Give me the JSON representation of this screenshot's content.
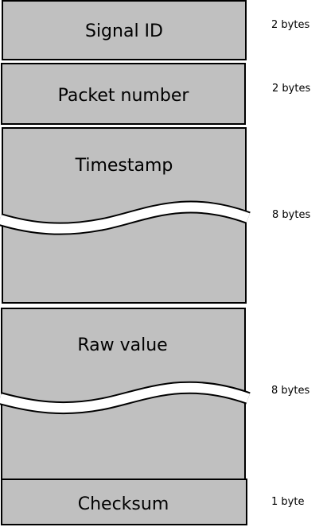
{
  "colors": {
    "block_fill": "#c0c0c0",
    "border": "#000000",
    "break_band": "#ffffff"
  },
  "fields": [
    {
      "label": "Signal ID",
      "size": "2 bytes"
    },
    {
      "label": "Packet number",
      "size": "2 bytes"
    },
    {
      "label": "Timestamp",
      "size": "8 bytes"
    },
    {
      "label": "Raw value",
      "size": "8 bytes"
    },
    {
      "label": "Checksum",
      "size": "1 byte"
    }
  ]
}
